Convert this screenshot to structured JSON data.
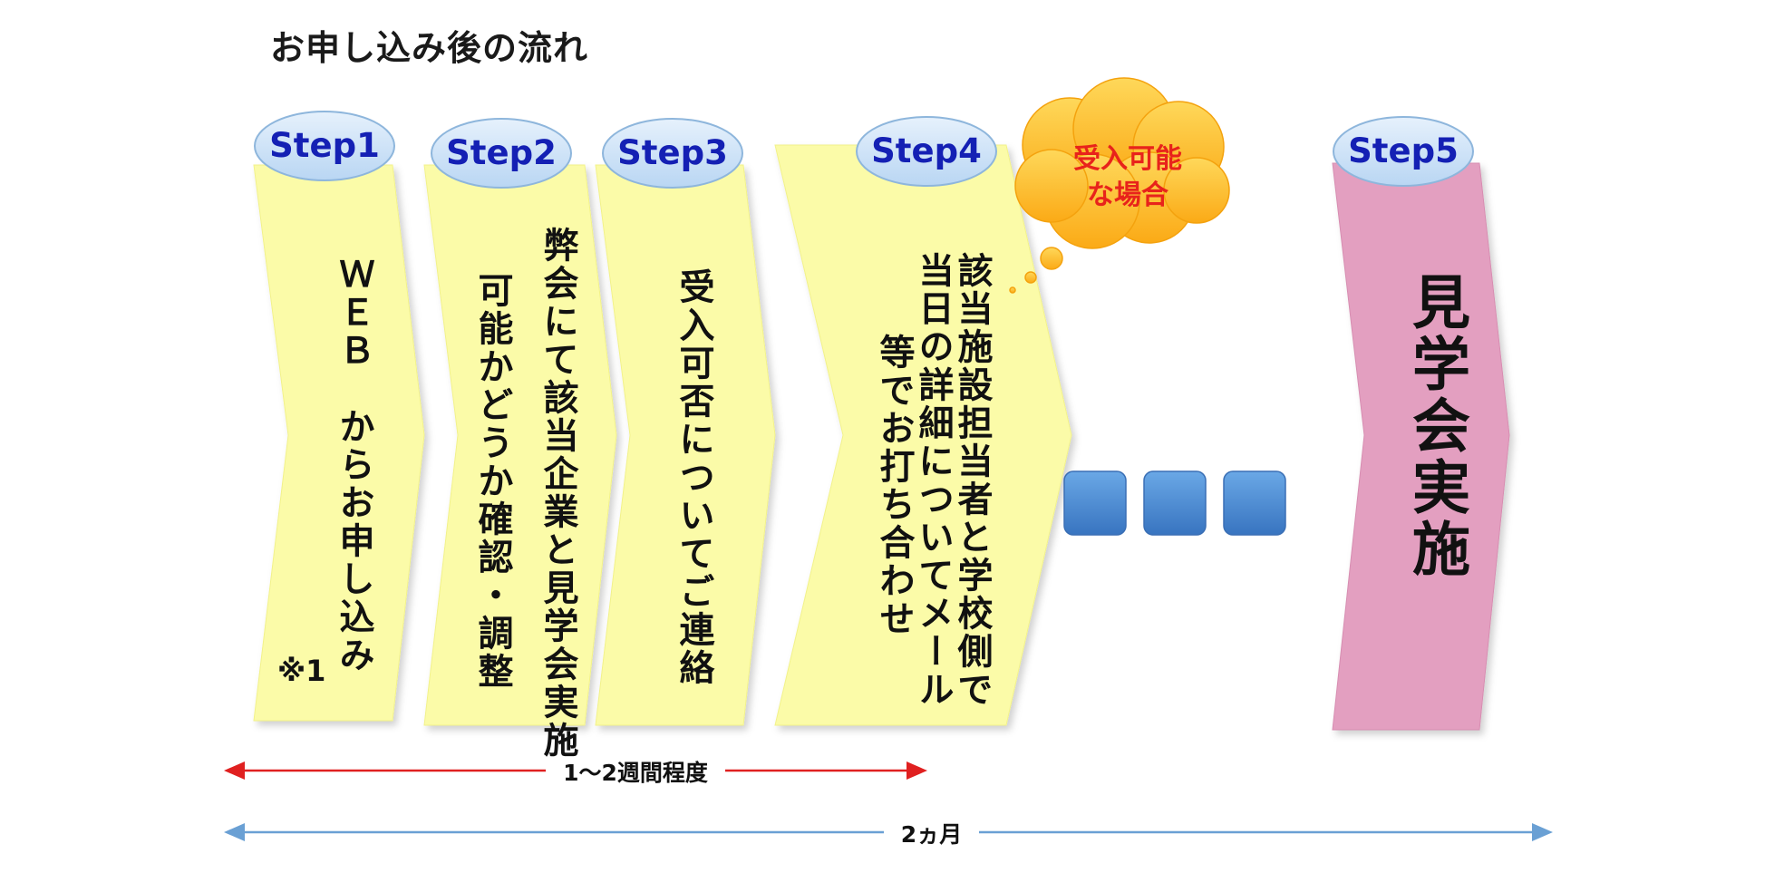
{
  "title": "お申し込み後の流れ",
  "steps": [
    {
      "label": "Step1",
      "lines": [
        "ＷＥＢ　からお申し込み"
      ],
      "note": "※1"
    },
    {
      "label": "Step2",
      "lines": [
        "弊会にて該当企業と見学会実施",
        "可能かどうか確認・調整"
      ]
    },
    {
      "label": "Step3",
      "lines": [
        "受入可否についてご連絡"
      ]
    },
    {
      "label": "Step4",
      "lines": [
        "該当施設担当者と学校側で",
        "当日の詳細についてメール",
        "等でお打ち合わせ"
      ]
    },
    {
      "label": "Step5",
      "lines": [
        "見学会実施"
      ]
    }
  ],
  "cloud": {
    "line1": "受入可能",
    "line2": "な場合"
  },
  "timeline": {
    "short": "1〜2週間程度",
    "long": "2ヵ月"
  },
  "colors": {
    "chevron": "#fbfba8",
    "step5": "#e39fc0",
    "oval": "#cde4f8",
    "cloud": "#fdbf2a",
    "cloud_text": "#e8231b",
    "square": "#4d8fd5",
    "red_arrow": "#e02020",
    "blue_arrow": "#6aa0d4"
  }
}
